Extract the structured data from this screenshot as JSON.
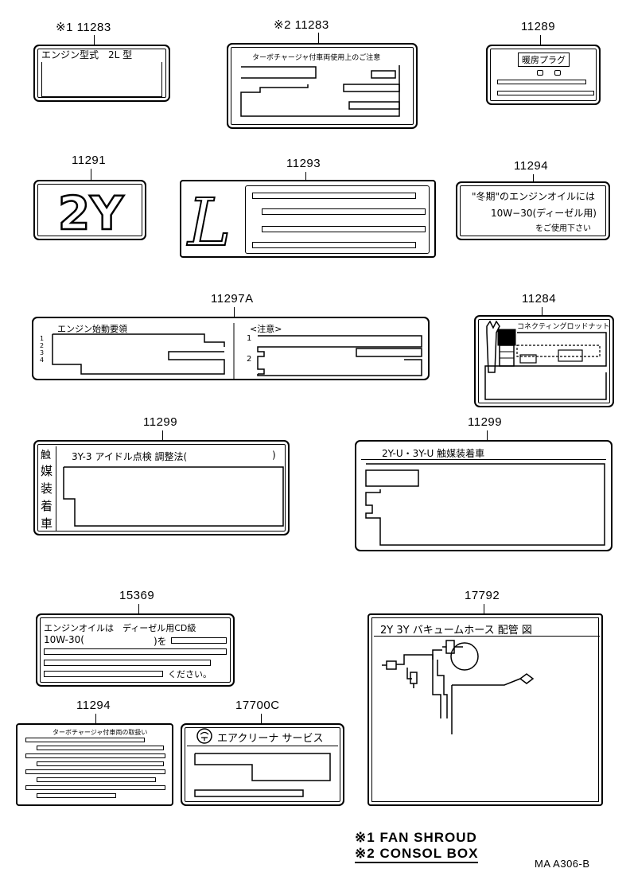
{
  "labels": {
    "l1": {
      "mark": "※1",
      "part_no": "11283",
      "text": "エンジン型式　2L 型"
    },
    "l2": {
      "mark": "※2",
      "part_no": "11283",
      "text": "ターボチャージャ付車両使用上のご注意"
    },
    "l3": {
      "part_no": "11289",
      "text": "暖房プラグ"
    },
    "l4": {
      "part_no": "11291",
      "text": "2Y"
    },
    "l5": {
      "part_no": "11293",
      "text": "L"
    },
    "l6": {
      "part_no": "11294",
      "line1": "\"冬期\"のエンジンオイルには",
      "line2": "10W−30(ディーゼル用)",
      "line3": "をご使用下さい"
    },
    "l7": {
      "part_no": "11297A",
      "left_title": "エンジン始動要領",
      "right_title": "<注意>",
      "n1": "1",
      "n2": "2",
      "n3": "3",
      "n4": "4",
      "r1": "1",
      "r2": "2"
    },
    "l8": {
      "part_no": "11284",
      "text": "コネクティングロッドナット"
    },
    "l9": {
      "part_no": "11299",
      "side": [
        "触",
        "媒",
        "装",
        "着",
        "車"
      ],
      "title": "3Y-3  アイドル点検  調整法(",
      "close": ")"
    },
    "l10": {
      "part_no": "11299",
      "title": "2Y-U・3Y-U  触媒装着車"
    },
    "l11": {
      "part_no": "15369",
      "line1": "エンジンオイルは　ディーゼル用CD級",
      "line2": "10W-30(",
      "line2b": ")を",
      "line5": "ください。"
    },
    "l12": {
      "part_no": "17792",
      "title": "2Y 3Y  バキュームホース 配管 図"
    },
    "l13": {
      "part_no": "11294",
      "text": "ターボチャージャ付車両の取扱い"
    },
    "l14": {
      "part_no": "17700C",
      "icon": "air-filter-icon",
      "text": "エアクリーナ サービス"
    }
  },
  "notes": {
    "n1_mark": "※1",
    "n1_text": "FAN SHROUD",
    "n2_mark": "※2",
    "n2_text": "CONSOL BOX"
  },
  "reference": "MA  A306-B"
}
